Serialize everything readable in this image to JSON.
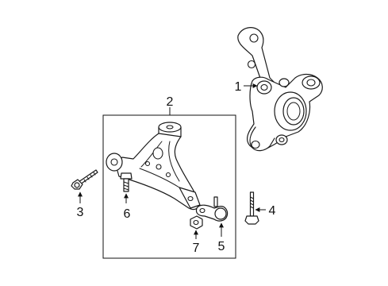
{
  "callouts": [
    "1",
    "2",
    "3",
    "4",
    "5",
    "6",
    "7"
  ],
  "parts": {
    "steering_knuckle": "1",
    "lower_control_arm_assembly": "2",
    "front_bolt": "3",
    "rear_bolt": "4",
    "ball_joint": "5",
    "ball_joint_bolt": "6",
    "ball_joint_nut": "7"
  }
}
